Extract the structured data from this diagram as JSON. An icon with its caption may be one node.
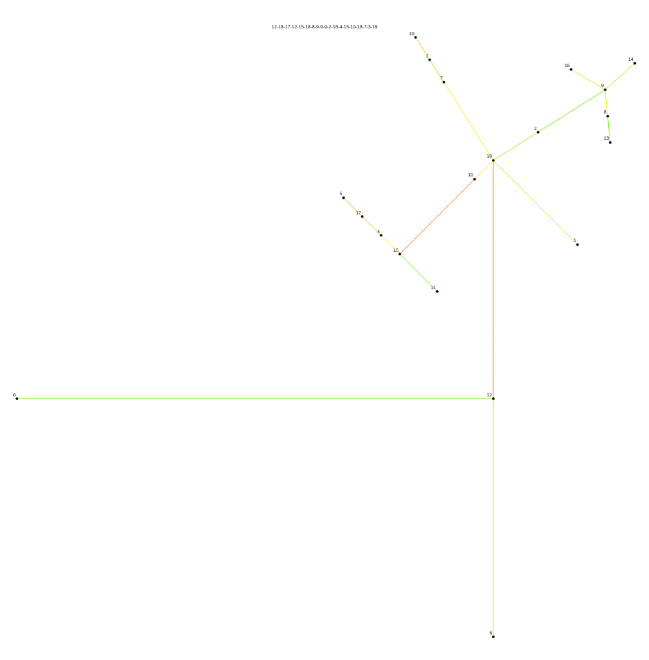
{
  "diagram": {
    "title": "12-18-17-12-15-18-8-9-9-9-2-18-4-15-10-18-7-3-19",
    "nodes": [
      {
        "text": [],
        "shape": "circle",
        "beside": [
          "0"
        ]
      },
      {
        "text": [],
        "shape": "circle",
        "beside": [
          "1"
        ]
      },
      {
        "text": [],
        "shape": "circle",
        "beside": [
          "2"
        ]
      },
      {
        "text": [],
        "shape": "circle",
        "beside": [
          "3"
        ]
      },
      {
        "text": [],
        "shape": "circle",
        "beside": [
          "4"
        ]
      },
      {
        "text": [],
        "shape": "circle",
        "beside": [
          "5"
        ]
      },
      {
        "text": [],
        "shape": "circle",
        "beside": [
          "6"
        ]
      },
      {
        "text": [],
        "shape": "circle",
        "beside": [
          "7"
        ]
      },
      {
        "text": [],
        "shape": "circle",
        "beside": [
          "8"
        ]
      },
      {
        "text": [],
        "shape": "circle",
        "beside": [
          "9"
        ]
      },
      {
        "text": [],
        "shape": "circle",
        "beside": [
          "10"
        ]
      },
      {
        "text": [],
        "shape": "circle",
        "beside": [
          "11"
        ]
      },
      {
        "text": [],
        "shape": "circle",
        "beside": [
          "12"
        ]
      },
      {
        "text": [],
        "shape": "circle",
        "beside": [
          "13"
        ]
      },
      {
        "text": [],
        "shape": "circle",
        "beside": [
          "14"
        ]
      },
      {
        "text": [],
        "shape": "circle",
        "beside": [
          "15"
        ]
      },
      {
        "text": [],
        "shape": "circle",
        "beside": [
          "16"
        ]
      },
      {
        "text": [],
        "shape": "circle",
        "beside": [
          "17"
        ]
      },
      {
        "text": [],
        "shape": "circle",
        "beside": [
          "18"
        ]
      },
      {
        "text": [],
        "shape": "circle",
        "beside": [
          "19"
        ]
      }
    ],
    "edges": [
      {
        "from": 12,
        "to": 18,
        "arrow": "none",
        "color": "#ff8000"
      },
      {
        "from": 12,
        "to": 0,
        "arrow": "none",
        "color": "#66ee00"
      },
      {
        "from": 12,
        "to": 6,
        "arrow": "none",
        "color": "#ffcc00"
      },
      {
        "from": 15,
        "to": 11,
        "arrow": "none",
        "color": "#66ee00"
      },
      {
        "from": 15,
        "to": 10,
        "arrow": "none",
        "color": "#ff6600"
      },
      {
        "from": 15,
        "to": 4,
        "arrow": "none",
        "color": "#ffee00"
      },
      {
        "from": 14,
        "to": 9,
        "arrow": "none",
        "color": "#aaee00"
      },
      {
        "from": 13,
        "to": 8,
        "arrow": "none",
        "color": "#77ee00"
      },
      {
        "from": 16,
        "to": 9,
        "arrow": "none",
        "color": "#ccee00"
      },
      {
        "from": 17,
        "to": 5,
        "arrow": "none",
        "color": "#ff9900"
      },
      {
        "from": 17,
        "to": 4,
        "arrow": "none",
        "color": "#99ee00"
      },
      {
        "from": 18,
        "to": 10,
        "arrow": "none",
        "color": "#ffdd00"
      },
      {
        "from": 18,
        "to": 7,
        "arrow": "none",
        "color": "#eeee00"
      },
      {
        "from": 18,
        "to": 2,
        "arrow": "none",
        "color": "#99ee00"
      },
      {
        "from": 18,
        "to": 1,
        "arrow": "none",
        "color": "#ccee00"
      },
      {
        "from": 19,
        "to": 3,
        "arrow": "none",
        "color": "#ffbb00"
      },
      {
        "from": 9,
        "to": 8,
        "arrow": "none",
        "color": "#eeee00"
      },
      {
        "from": 9,
        "to": 2,
        "arrow": "none",
        "color": "#66ee00"
      },
      {
        "from": 7,
        "to": 3,
        "arrow": "none",
        "color": "#88ee00"
      }
    ]
  }
}
